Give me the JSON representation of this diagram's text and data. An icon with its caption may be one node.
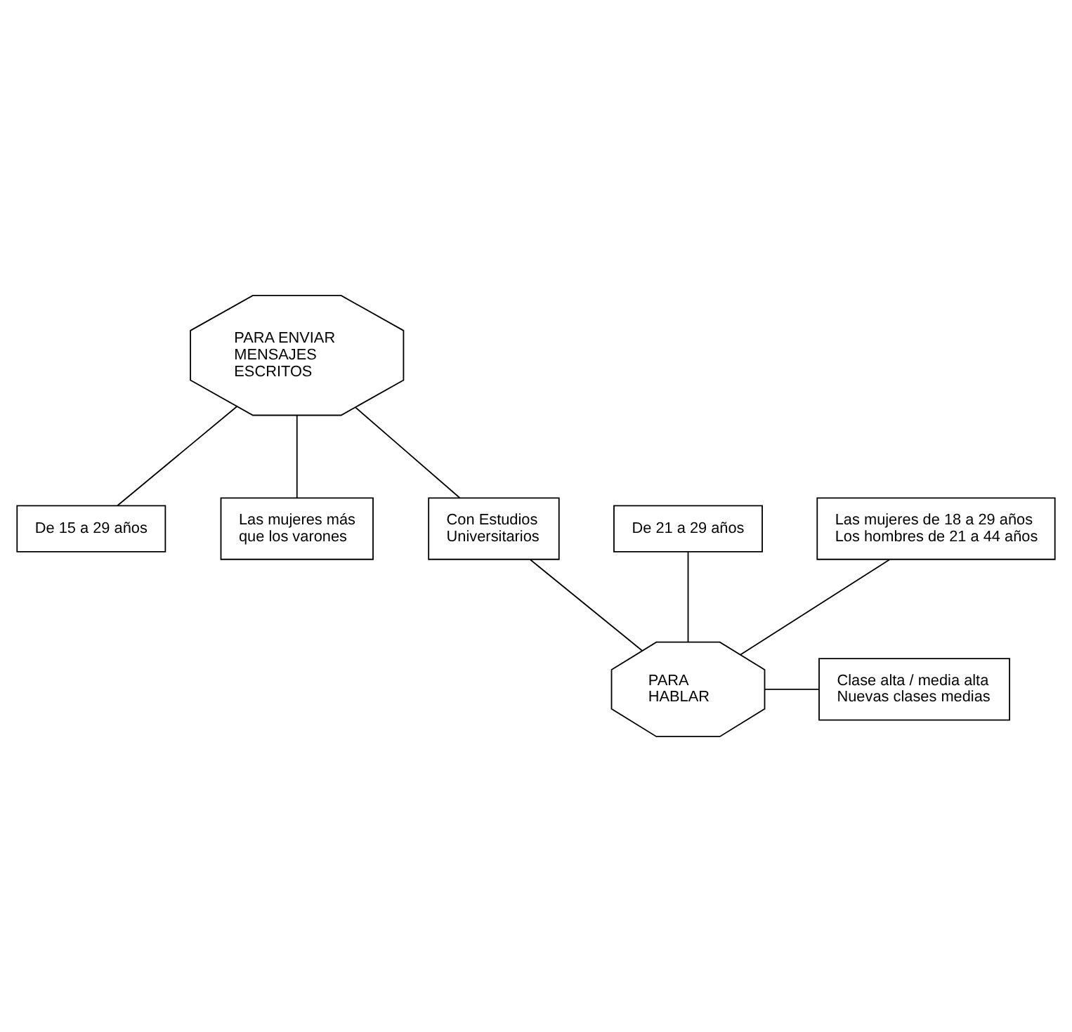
{
  "diagram": {
    "nodes": [
      {
        "text": [
          "PARA ENVIAR MENSAJES ESCRITOS"
        ]
      },
      {
        "text": [
          "De 15 a 29 años"
        ]
      },
      {
        "text": [
          "Las mujeres más que los varones"
        ]
      },
      {
        "text": [
          "Con Estudios Universitarios"
        ]
      },
      {
        "text": [
          "De 21 a 29 años"
        ]
      },
      {
        "text": [
          "Las mujeres de 18 a 29 años Los hombres de 21 a 44 años"
        ]
      },
      {
        "text": [
          "PARA HABLAR"
        ]
      },
      {
        "text": [
          "Clase alta / media alta Nuevas clases medias"
        ]
      }
    ],
    "edges": [
      {
        "from": 0,
        "to": 1,
        "arrow": "none"
      },
      {
        "from": 0,
        "to": 3,
        "arrow": "none"
      },
      {
        "from": 0,
        "to": 2,
        "arrow": "none"
      },
      {
        "from": 4,
        "to": 6,
        "arrow": "none"
      },
      {
        "from": 3,
        "to": 6,
        "arrow": "none"
      },
      {
        "from": 5,
        "to": 6,
        "arrow": "none"
      },
      {
        "from": 6,
        "to": 7,
        "arrow": "none"
      }
    ]
  }
}
